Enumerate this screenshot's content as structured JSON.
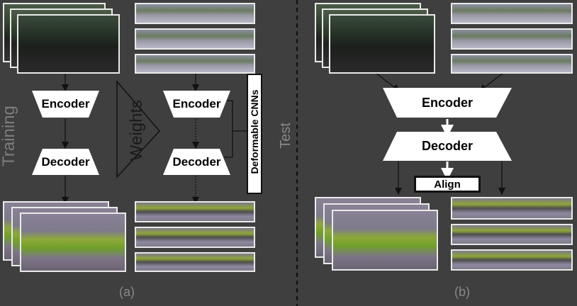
{
  "training_label": "Training",
  "test_label": "Test",
  "weights_label": "Weights",
  "deformable_label": "Deformable CNNs",
  "panel_a": {
    "encoder": "Encoder",
    "decoder": "Decoder",
    "caption": "(a)"
  },
  "panel_a_right": {
    "encoder": "Encoder",
    "decoder": "Decoder"
  },
  "panel_b": {
    "encoder": "Encoder",
    "decoder": "Decoder",
    "align": "Align",
    "caption": "(b)"
  },
  "colors": {
    "background": "#3f3f3f",
    "box_fill": "#ffffff",
    "divider": "#000000",
    "caption": "#888888"
  }
}
